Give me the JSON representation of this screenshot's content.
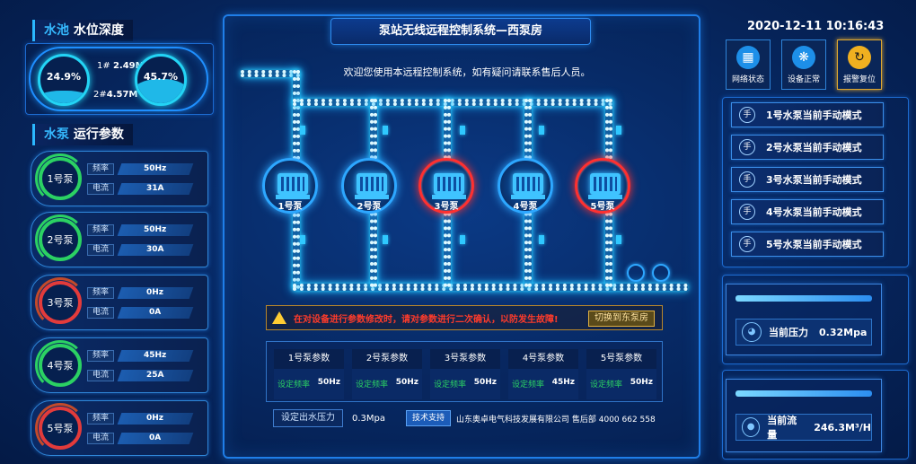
{
  "header": {
    "title": "泵站无线远程控制系统—西泵房",
    "welcome": "欢迎您使用本远程控制系统，如有疑问请联系售后人员。",
    "datetime": "2020-12-11 10:16:43"
  },
  "pool": {
    "title_a": "水池",
    "title_b": "水位深度",
    "gauge1_pct": "24.9%",
    "gauge1_level": 0.249,
    "gauge2_pct": "45.7%",
    "gauge2_level": 0.457,
    "label1": "1#",
    "value1": "2.49M",
    "label2": "2#",
    "value2": "4.57M"
  },
  "pumps_section": {
    "title_a": "水泵",
    "title_b": "运行参数"
  },
  "pumps": [
    {
      "name": "1号泵",
      "freq_label": "频率",
      "freq": "50Hz",
      "cur_label": "电流",
      "cur": "31A",
      "running": true
    },
    {
      "name": "2号泵",
      "freq_label": "频率",
      "freq": "50Hz",
      "cur_label": "电流",
      "cur": "30A",
      "running": true
    },
    {
      "name": "3号泵",
      "freq_label": "频率",
      "freq": "0Hz",
      "cur_label": "电流",
      "cur": "0A",
      "running": false
    },
    {
      "name": "4号泵",
      "freq_label": "频率",
      "freq": "45Hz",
      "cur_label": "电流",
      "cur": "25A",
      "running": true
    },
    {
      "name": "5号泵",
      "freq_label": "频率",
      "freq": "0Hz",
      "cur_label": "电流",
      "cur": "0A",
      "running": false
    }
  ],
  "diagram": {
    "motors": [
      {
        "label": "1号泵",
        "alarm": false
      },
      {
        "label": "2号泵",
        "alarm": false
      },
      {
        "label": "3号泵",
        "alarm": true
      },
      {
        "label": "4号泵",
        "alarm": false
      },
      {
        "label": "5号泵",
        "alarm": true
      }
    ]
  },
  "warning": {
    "text": "在对设备进行参数修改时，请对参数进行二次确认，以防发生故障!",
    "switch_label": "切换到东泵房"
  },
  "params": [
    {
      "title": "1号泵参数",
      "k": "设定频率",
      "v": "50Hz"
    },
    {
      "title": "2号泵参数",
      "k": "设定频率",
      "v": "50Hz"
    },
    {
      "title": "3号泵参数",
      "k": "设定频率",
      "v": "50Hz"
    },
    {
      "title": "4号泵参数",
      "k": "设定频率",
      "v": "45Hz"
    },
    {
      "title": "5号泵参数",
      "k": "设定频率",
      "v": "50Hz"
    }
  ],
  "pressure_set": {
    "label": "设定出水压力",
    "value": "0.3Mpa"
  },
  "support": {
    "label": "技术支持",
    "company": "山东奥卓电气科技发展有限公司 售后部 4000 662 558"
  },
  "status_buttons": [
    {
      "label": "网络状态",
      "icon": "network-icon"
    },
    {
      "label": "设备正常",
      "icon": "fan-ok-icon"
    },
    {
      "label": "报警复位",
      "icon": "reset-icon"
    }
  ],
  "modes": [
    {
      "badge": "手",
      "text": "1号水泵当前手动模式"
    },
    {
      "badge": "手",
      "text": "2号水泵当前手动模式"
    },
    {
      "badge": "手",
      "text": "3号水泵当前手动模式"
    },
    {
      "badge": "手",
      "text": "4号水泵当前手动模式"
    },
    {
      "badge": "手",
      "text": "5号水泵当前手动模式"
    }
  ],
  "pressure": {
    "label": "当前压力",
    "value": "0.32Mpa"
  },
  "flow": {
    "label": "当前流量",
    "value": "246.3M³/H"
  },
  "colors": {
    "accent": "#2da7ff",
    "ok": "#2bd163",
    "alarm": "#ff3030",
    "warn": "#ffcc33"
  }
}
